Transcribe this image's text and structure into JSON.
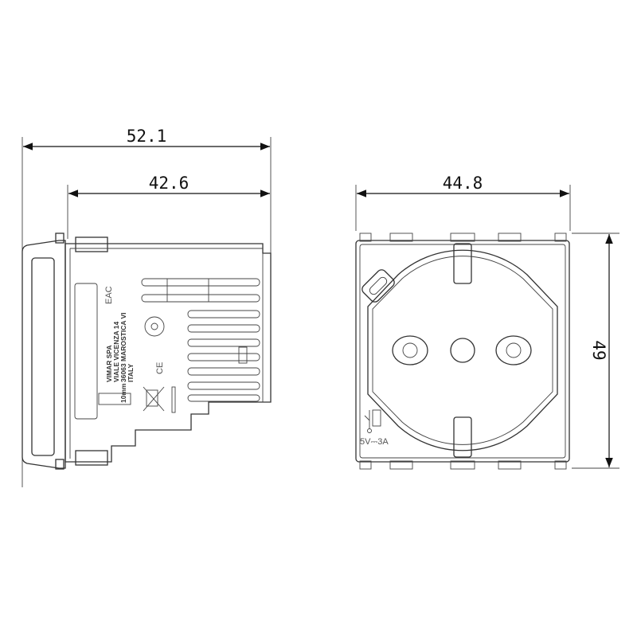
{
  "dimensions": {
    "overall_depth": "52.1",
    "body_depth": "42.6",
    "width": "44.8",
    "height": "49"
  },
  "side_view": {
    "manufacturer_lines": [
      "VIMAR SPA",
      "VIALE VICENZA 14",
      "36063 MAROSTICA VI",
      "ITALY"
    ],
    "strip_length_label": "10mm",
    "eac_mark": "EAC",
    "ce_mark": "CE"
  },
  "front_view": {
    "usb_rating": "5V⎓3A"
  }
}
